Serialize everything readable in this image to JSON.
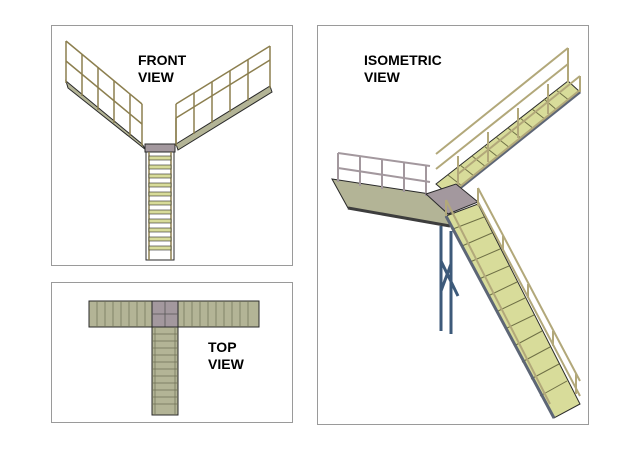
{
  "panels": {
    "front": {
      "label": "FRONT\nVIEW"
    },
    "top": {
      "label": "TOP\nVIEW"
    },
    "isometric": {
      "label": "ISOMETRIC\nVIEW"
    }
  },
  "colors": {
    "tread": "#d8dc9a",
    "tread_dark": "#b9bd7c",
    "rail": "#b2a87a",
    "stringer": "#5d6676",
    "post": "#3d5a7a",
    "landing": "#a3989e",
    "deck": "#b3b496",
    "outline": "#2a2a2a"
  }
}
